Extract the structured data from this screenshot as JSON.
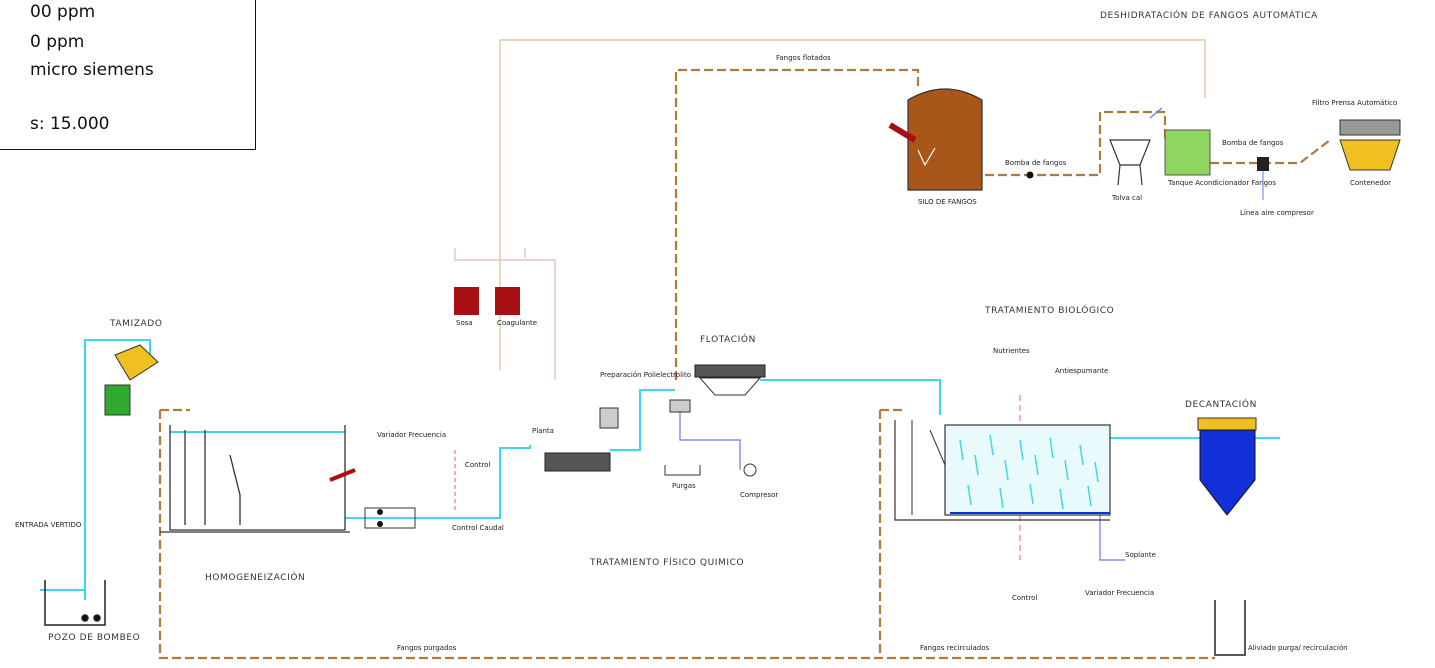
{
  "info_box": {
    "lines": [
      "00 ppm",
      "0 ppm",
      "micro siemens",
      "s: 15.000"
    ]
  },
  "sections": {
    "deshidratacion": "DESHIDRATACIÓN DE FANGOS AUTOMÁTICA",
    "tamizado": "TAMIZADO",
    "flotacion": "FLOTACIÓN",
    "tratamiento_biologico": "TRATAMIENTO BIOLÓGICO",
    "decantacion": "DECANTACIÓN",
    "homogeneizacion": "HOMOGENEIZACIÓN",
    "tratamiento_fisico_quimico": "TRATAMIENTO FÍSICO QUIMICO",
    "pozo_de_bombeo": "POZO DE BOMBEO"
  },
  "labels": {
    "fangos_flotados": "Fangos flotados",
    "silo_de_fangos": "SILO DE FANGOS",
    "bomba_de_fangos_1": "Bomba de fangos",
    "tolva_cal": "Tolva cal",
    "tanque_acondicionador": "Tanque Acondicionador Fangos",
    "bomba_de_fangos_2": "Bomba de fangos",
    "linea_aire_compresor": "Línea aire compresor",
    "filtro_prensa": "Filtro Prensa Automático",
    "contenedor": "Contenedor",
    "sosa": "Sosa",
    "coagulante": "Coagulante",
    "preparacion_polielectrolito": "Preparación Polielectrolito",
    "planta": "Planta",
    "purgas": "Purgas",
    "compresor": "Compresor",
    "nutrientes": "Nutrientes",
    "antiespumante": "Antiespumante",
    "variador_frecuencia_1": "Variador Frecuencia",
    "control_1": "Control",
    "control_caudal": "Control Caudal",
    "entrada_vertido": "ENTRADA VERTIDO",
    "control_2": "Control",
    "variador_frecuencia_2": "Variador Frecuencia",
    "soplante": "Soplante",
    "fangos_purgados": "Fangos purgados",
    "fangos_recirculados": "Fangos recirculados",
    "aliviado_purga_recirculacion": "Aliviado purga/ recirculación"
  },
  "colors": {
    "water": "#3fd8e8",
    "sludge": "#b07a3a",
    "silo": "#a8561a",
    "chemical": "#a80f12",
    "decanter": "#1230d8",
    "conditioner": "#8fd660",
    "filter": "#f0c020",
    "bin": "#2ea82e",
    "air_line": "#9aa0ff",
    "polymer_line": "#e070d0"
  }
}
